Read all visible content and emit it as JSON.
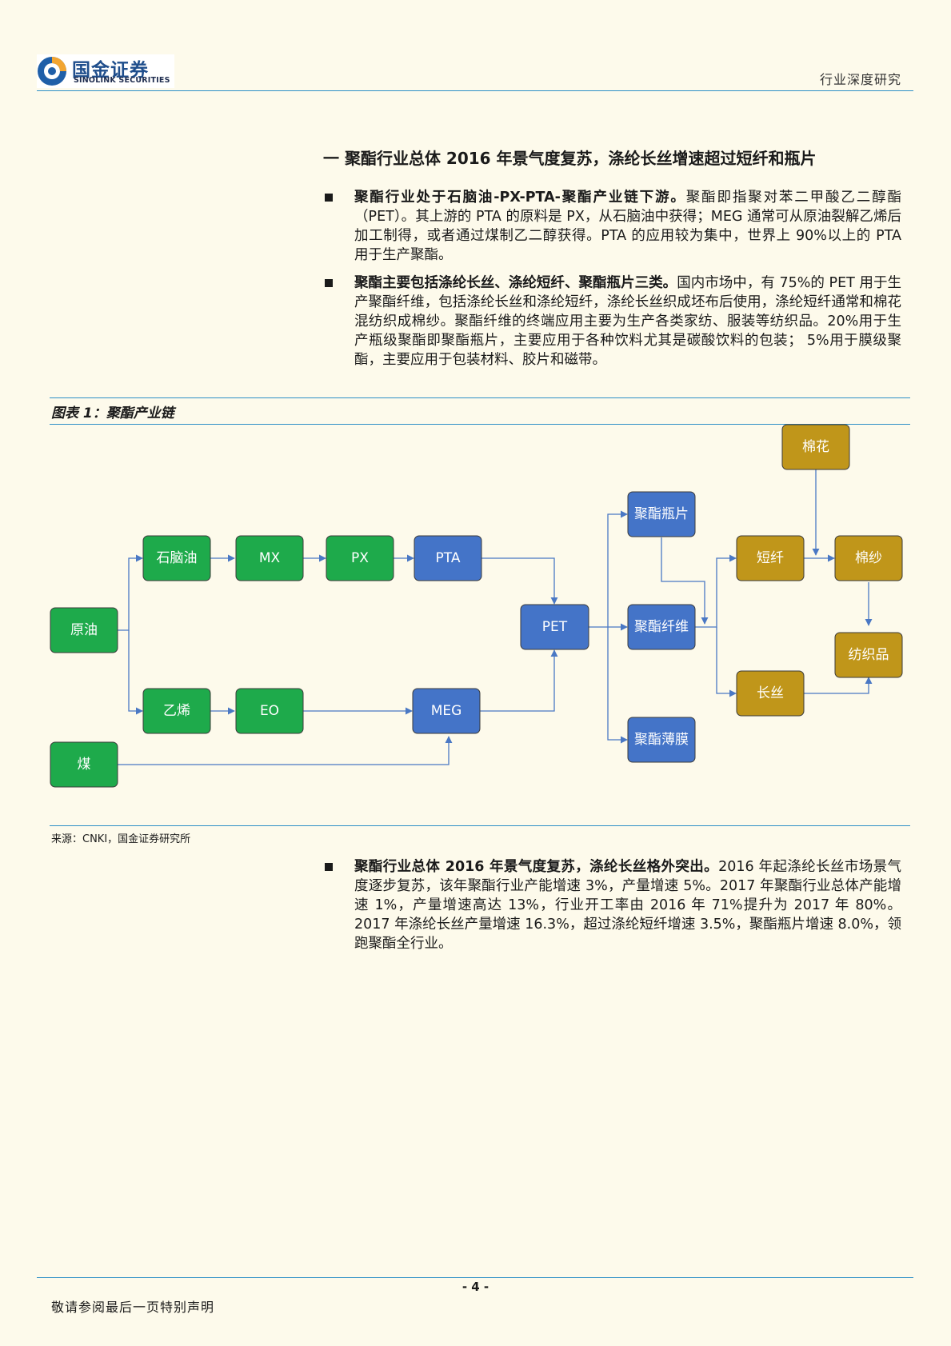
{
  "header": {
    "logo_cn": "国金证券",
    "logo_en": "SINOLINK SECURITIES",
    "report_type": "行业深度研究"
  },
  "section": {
    "title": "一 聚酯行业总体 2016 年景气度复苏，涤纶长丝增速超过短纤和瓶片"
  },
  "paragraphs": [
    {
      "lead": "聚酯行业处于石脑油-PX-PTA-聚酯产业链下游。",
      "body": "聚酯即指聚对苯二甲酸乙二醇酯（PET）。其上游的 PTA 的原料是 PX，从石脑油中获得；MEG 通常可从原油裂解乙烯后加工制得，或者通过煤制乙二醇获得。PTA 的应用较为集中，世界上 90%以上的 PTA 用于生产聚酯。"
    },
    {
      "lead": "聚酯主要包括涤纶长丝、涤纶短纤、聚酯瓶片三类。",
      "body": "国内市场中，有 75%的 PET 用于生产聚酯纤维，包括涤纶长丝和涤纶短纤，涤纶长丝织成坯布后使用，涤纶短纤通常和棉花混纺织成棉纱。聚酯纤维的终端应用主要为生产各类家纺、服装等纺织品。20%用于生产瓶级聚酯即聚酯瓶片，主要应用于各种饮料尤其是碳酸饮料的包装； 5%用于膜级聚酯，主要应用于包装材料、胶片和磁带。"
    },
    {
      "lead": "聚酯行业总体 2016 年景气度复苏，涤纶长丝格外突出。",
      "body": "2016 年起涤纶长丝市场景气度逐步复苏，该年聚酯行业产能增速 3%，产量增速 5%。2017 年聚酯行业总体产能增速 1%，产量增速高达 13%，行业开工率由 2016 年 71%提升为 2017 年 80%。2017 年涤纶长丝产量增速 16.3%，超过涤纶短纤增速 3.5%，聚酯瓶片增速 8.0%，领跑聚酯全行业。"
    }
  ],
  "figure": {
    "title": "图表 1：聚酯产业链",
    "source": "来源：CNKI，国金证券研究所",
    "nodes": {
      "crude": "原油",
      "naphtha": "石脑油",
      "mx": "MX",
      "px": "PX",
      "pta": "PTA",
      "ethylene": "乙烯",
      "eo": "EO",
      "meg": "MEG",
      "coal": "煤",
      "pet": "PET",
      "bottle": "聚酯瓶片",
      "fiber": "聚酯纤维",
      "film": "聚酯薄膜",
      "cotton": "棉花",
      "staple": "短纤",
      "yarn": "棉纱",
      "filament": "长丝",
      "textile": "纺织品"
    },
    "colors": {
      "green": "#1eaa4b",
      "blue": "#4474c8",
      "gold": "#c0961a",
      "line": "#4a78c4"
    }
  },
  "footer": {
    "page": "- 4 -",
    "disclaimer": "敬请参阅最后一页特别声明"
  }
}
